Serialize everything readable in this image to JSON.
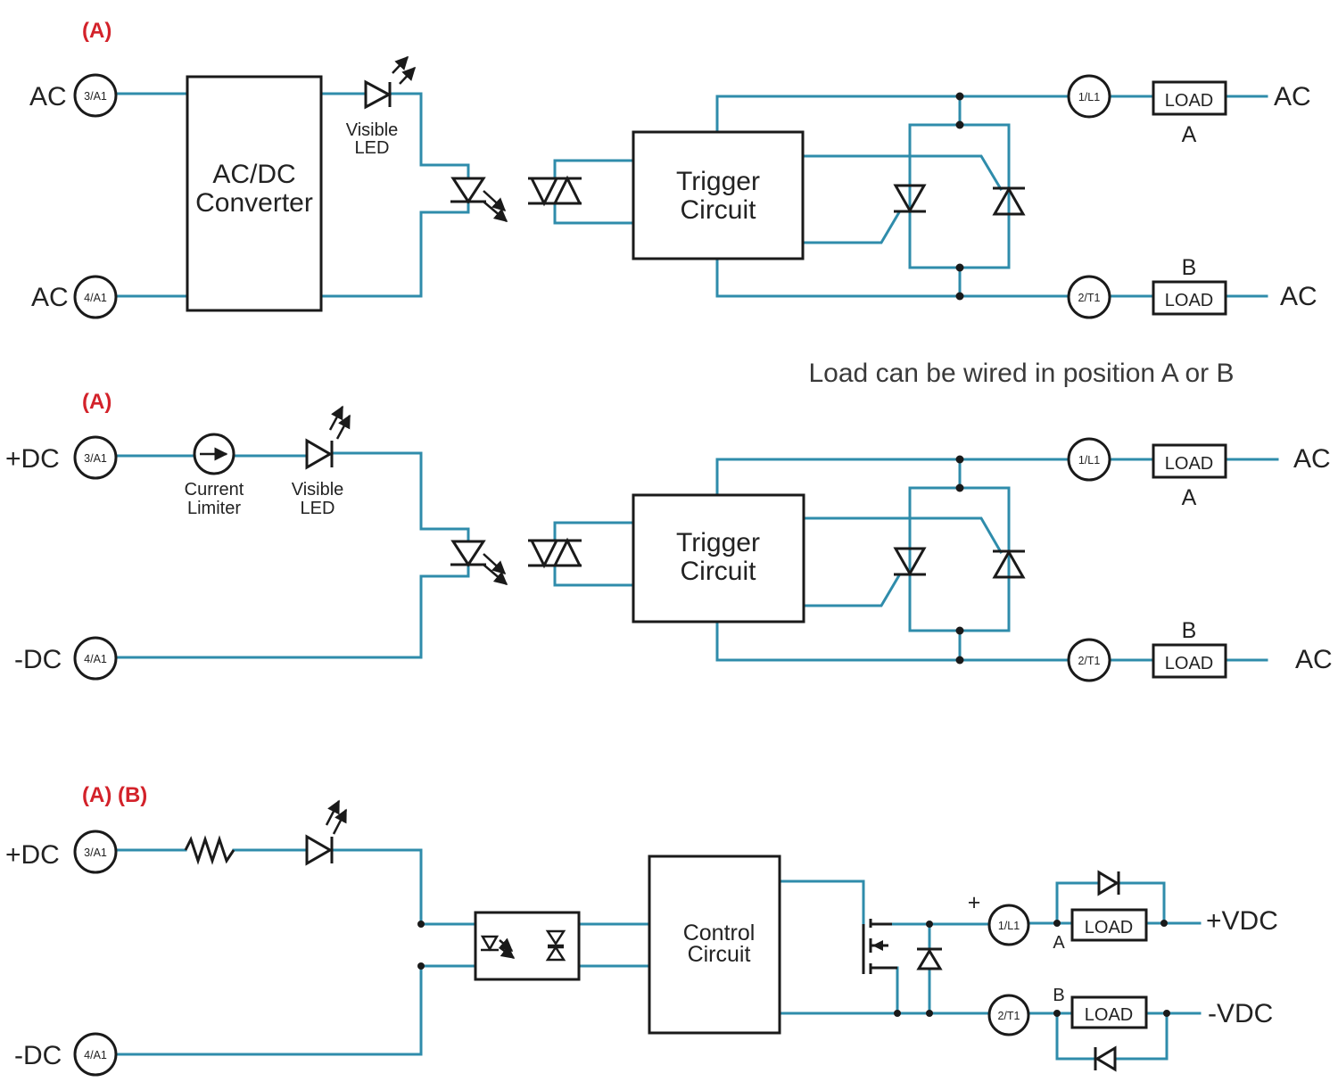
{
  "colors": {
    "wire": "#2f8cab",
    "ink": "#1a1a1a",
    "tag": "#d3222a",
    "background": "#ffffff"
  },
  "note": "Load can be wired in position A or B",
  "circuit1": {
    "tag": "(A)",
    "input_top": "AC",
    "input_bottom": "AC",
    "term_in_top": "3/A1",
    "term_in_bottom": "4/A1",
    "converter_line1": "AC/DC",
    "converter_line2": "Converter",
    "led_line1": "Visible",
    "led_line2": "LED",
    "trigger_line1": "Trigger",
    "trigger_line2": "Circuit",
    "term_out_top": "1/L1",
    "term_out_bottom": "2/T1",
    "load_top": "LOAD",
    "load_bottom": "LOAD",
    "pos_a": "A",
    "pos_b": "B",
    "out_top": "AC",
    "out_bottom": "AC"
  },
  "circuit2": {
    "tag": "(A)",
    "input_top": "+DC",
    "input_bottom": "-DC",
    "term_in_top": "3/A1",
    "term_in_bottom": "4/A1",
    "limiter_line1": "Current",
    "limiter_line2": "Limiter",
    "led_line1": "Visible",
    "led_line2": "LED",
    "trigger_line1": "Trigger",
    "trigger_line2": "Circuit",
    "term_out_top": "1/L1",
    "term_out_bottom": "2/T1",
    "load_top": "LOAD",
    "load_bottom": "LOAD",
    "pos_a": "A",
    "pos_b": "B",
    "out_top": "AC",
    "out_bottom": "AC"
  },
  "circuit3": {
    "tag": "(A) (B)",
    "input_top": "+DC",
    "input_bottom": "-DC",
    "term_in_top": "3/A1",
    "term_in_bottom": "4/A1",
    "control_line1": "Control",
    "control_line2": "Circuit",
    "plus": "+",
    "term_out_top": "1/L1",
    "term_out_bottom": "2/T1",
    "load_top": "LOAD",
    "load_bottom": "LOAD",
    "pos_a": "A",
    "pos_b": "B",
    "out_top": "+VDC",
    "out_bottom": "-VDC"
  }
}
